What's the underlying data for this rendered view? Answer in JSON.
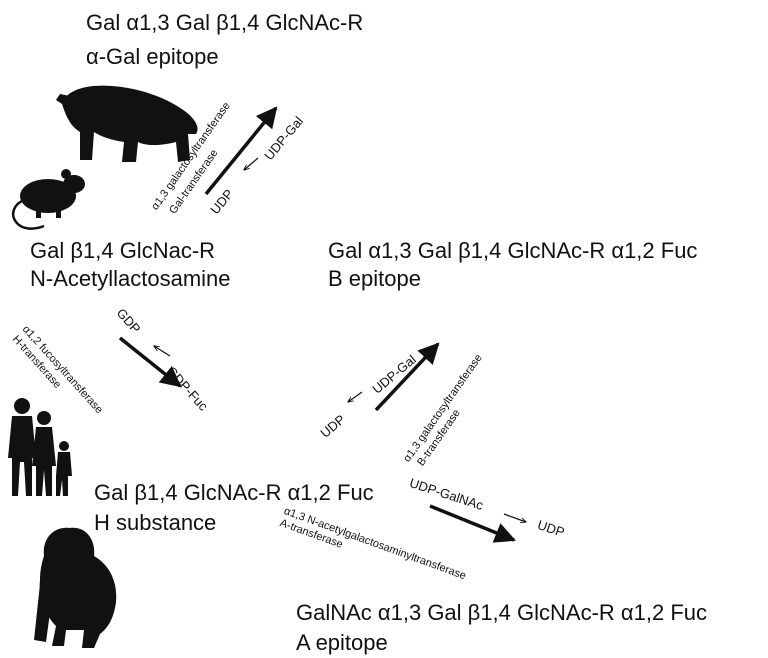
{
  "nodes": {
    "alpha_gal": {
      "formula": "Gal α1,3 Gal β1,4 GlcNAc-R",
      "label": "α-Gal epitope"
    },
    "lacnac": {
      "formula": "Gal β1,4 GlcNac-R",
      "label": "N-Acetyllactosamine"
    },
    "b_epitope": {
      "formula": "Gal α1,3 Gal β1,4 GlcNAc-R α1,2 Fuc",
      "label": "B epitope"
    },
    "h_substance": {
      "formula": "Gal β1,4 GlcNAc-R α1,2 Fuc",
      "label": "H substance"
    },
    "a_epitope": {
      "formula": "GalNAc α1,3 Gal β1,4 GlcNAc-R α1,2 Fuc",
      "label": "A epitope"
    }
  },
  "reactions": {
    "gal_transferase": {
      "enzyme_line1": "α1,3 galactosyltransferase",
      "enzyme_line2": "Gal-transferase",
      "donor": "UDP-Gal",
      "product": "UDP"
    },
    "h_transferase": {
      "enzyme_line1": "α1,2 fucosyltransferase",
      "enzyme_line2": "H-transferase",
      "donor": "GDP-Fuc",
      "product": "GDP"
    },
    "b_transferase": {
      "enzyme_line1": "α1,3 galactosyltransferase",
      "enzyme_line2": "B-transferase",
      "donor": "UDP-Gal",
      "product": "UDP"
    },
    "a_transferase": {
      "enzyme_line1": "α1,3 N-acetylgalactosaminyltransferase",
      "enzyme_line2": "A-transferase",
      "donor": "UDP-GalNAc",
      "product": "UDP"
    }
  },
  "silhouettes": [
    "pig-icon",
    "rat-icon",
    "human-family-icon",
    "gorilla-icon"
  ],
  "colors": {
    "ink": "#111111",
    "background": "#ffffff"
  }
}
